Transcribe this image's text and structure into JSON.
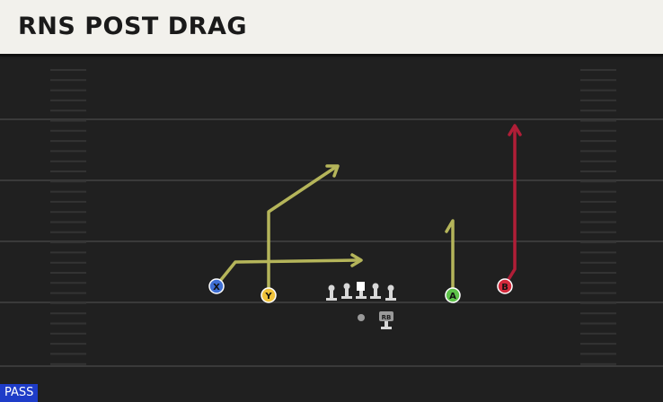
{
  "play": {
    "title": "RNS POST DRAG",
    "type": "PASS"
  },
  "players": {
    "x": "X",
    "y": "Y",
    "a": "A",
    "b": "B",
    "rb": "RB"
  },
  "colors": {
    "background": "#202020",
    "title_bar": "#f2f1ec",
    "yard_lines": "#3a3a3a",
    "route_yellow": "#b5b55a",
    "route_red": "#b01e37",
    "player_x": "#3f6fd4",
    "player_y": "#f0c23a",
    "player_a": "#5ec24a",
    "player_b": "#d32a3c",
    "badge": "#1e3cc8"
  }
}
